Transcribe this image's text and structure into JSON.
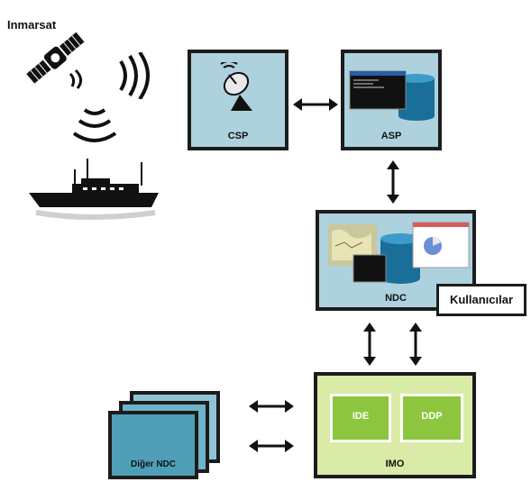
{
  "labels": {
    "inmarsat": "Inmarsat",
    "csp": "CSP",
    "asp": "ASP",
    "ndc": "NDC",
    "users": "Kullanıcılar",
    "other_ndc": "Diğer NDC",
    "ide": "IDE",
    "ddp": "DDP",
    "imo": "IMO"
  },
  "colors": {
    "light_blue": "#aed1de",
    "teal": "#4f9fb8",
    "light_green": "#d9eba6",
    "green": "#8cc63f",
    "border": "#1c1c1c"
  }
}
